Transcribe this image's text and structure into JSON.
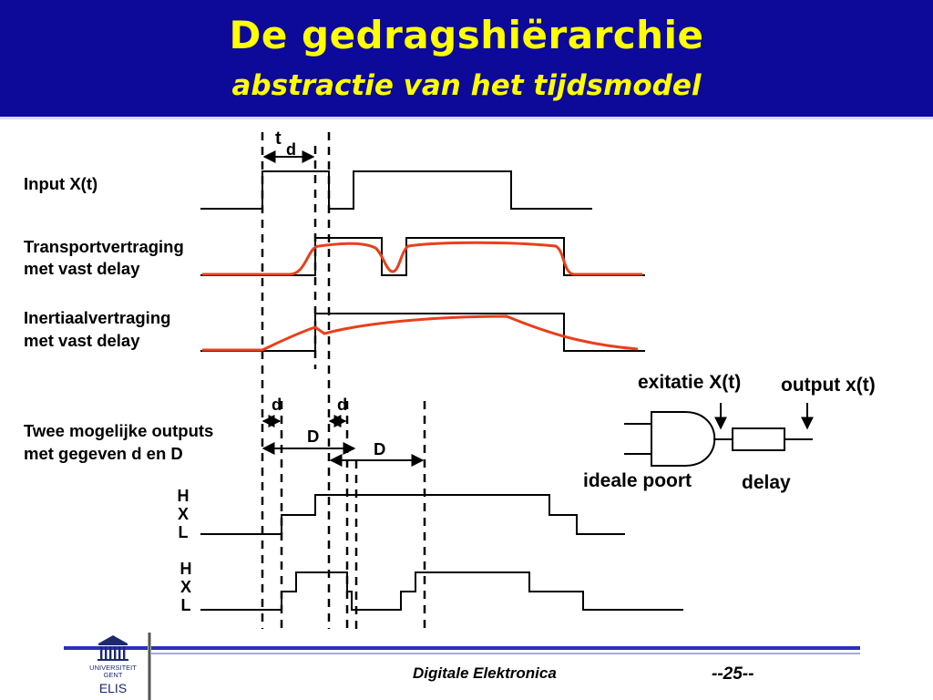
{
  "header": {
    "title": "De gedragshiërarchie",
    "subtitle": "abstractie van het tijdsmodel"
  },
  "rows": {
    "input_label": "Input X(t)",
    "transport_label_1": "Transportvertraging",
    "transport_label_2": "met vast delay",
    "inertial_label_1": "Inertiaalvertraging",
    "inertial_label_2": "met vast delay",
    "twee_label_1": "Twee mogelijke outputs",
    "twee_label_2": "met gegeven d en D"
  },
  "annotations": {
    "td_t": "t",
    "td_d": "d",
    "d_left": "d",
    "d_right": "d",
    "D_left": "D",
    "D_right": "D"
  },
  "levels": {
    "h": "H",
    "x": "X",
    "l": "L"
  },
  "gate": {
    "exitatie": "exitatie X(t)",
    "output": "output x(t)",
    "ideale_poort": "ideale poort",
    "delay": "delay"
  },
  "footer": {
    "course": "Digitale Elektronica",
    "page": "--25--",
    "logo_line1": "UNIVERSITEIT",
    "logo_line2": "GENT",
    "logo_line3": "ELIS"
  },
  "colors": {
    "header_bg": "#0d0a99",
    "title": "#ffff00",
    "analog_curve": "#e8401c",
    "footer_rule": "#2b2fb8"
  }
}
